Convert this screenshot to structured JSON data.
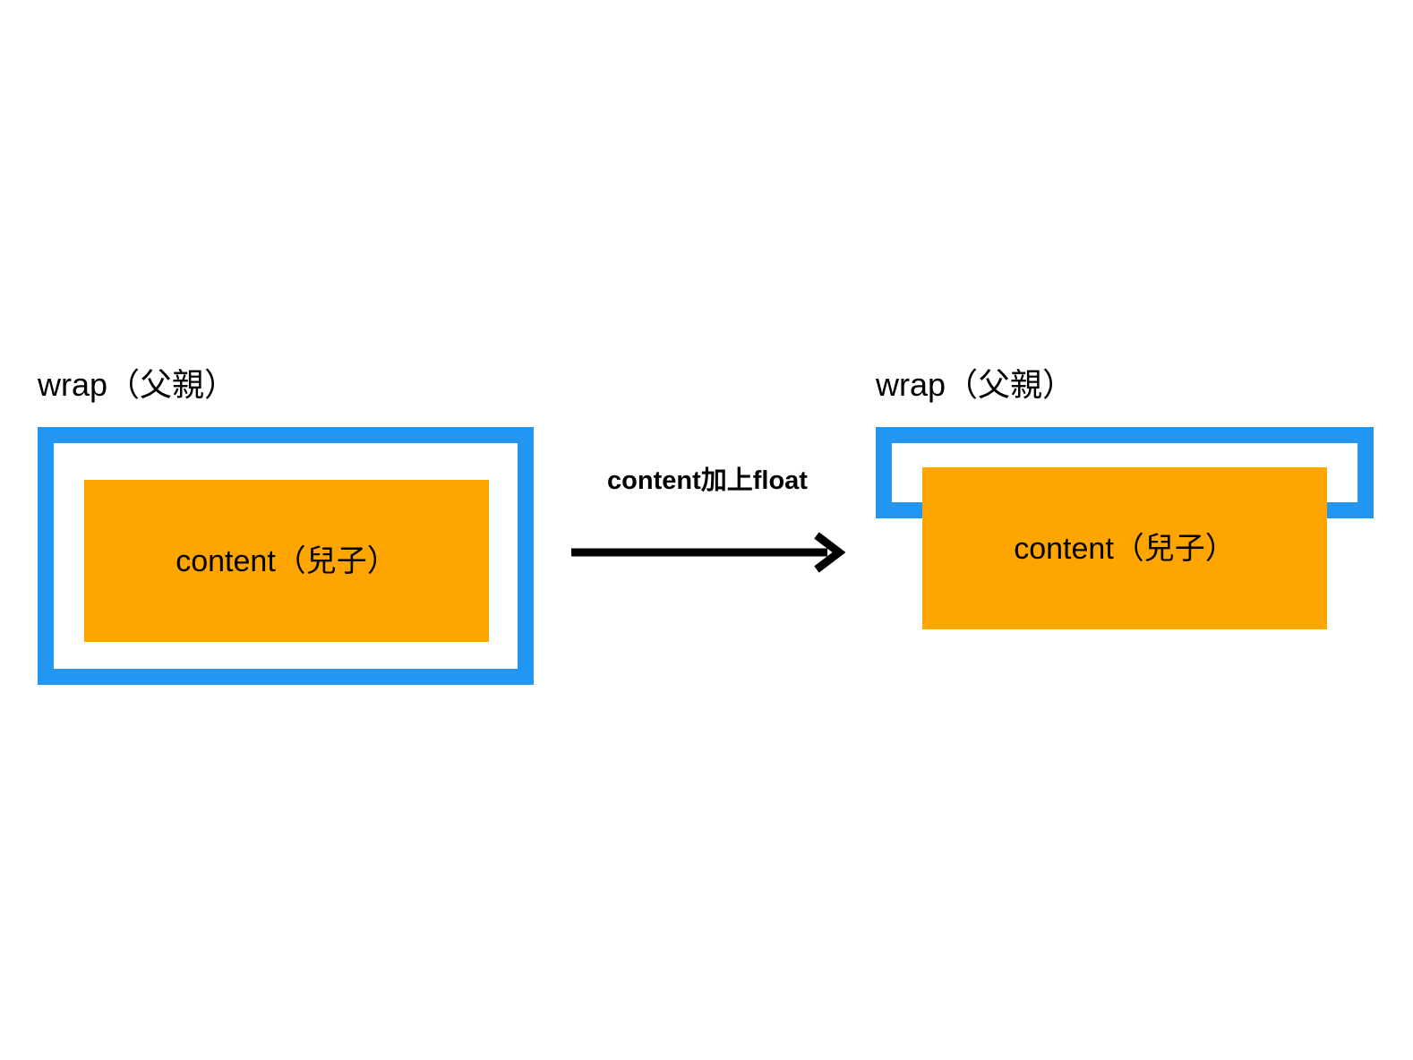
{
  "diagram": {
    "title_before": "wrap（父親）",
    "title_after": "wrap（父親）",
    "before": {
      "wrap_label": "wrap（父親）",
      "content_label": "content（兒子）",
      "wrap_border_color": "#2196f3",
      "content_color": "#ffa500",
      "wrap_background": "#ffffff",
      "description_state": "content is in normal flow; wrap fully contains content"
    },
    "after": {
      "wrap_label": "wrap（父親）",
      "content_label": "content（兒子）",
      "wrap_border_color": "#2196f3",
      "content_color": "#ffa500",
      "wrap_background": "#ffffff",
      "description_state": "content is floated; wrap collapses and no longer contains content"
    },
    "transition": {
      "label": "content加上float",
      "arrow_color": "#000000",
      "arrow_direction": "right"
    }
  },
  "colors": {
    "blue": "#2196f3",
    "orange": "#ffa500",
    "black": "#000000",
    "white": "#ffffff"
  }
}
